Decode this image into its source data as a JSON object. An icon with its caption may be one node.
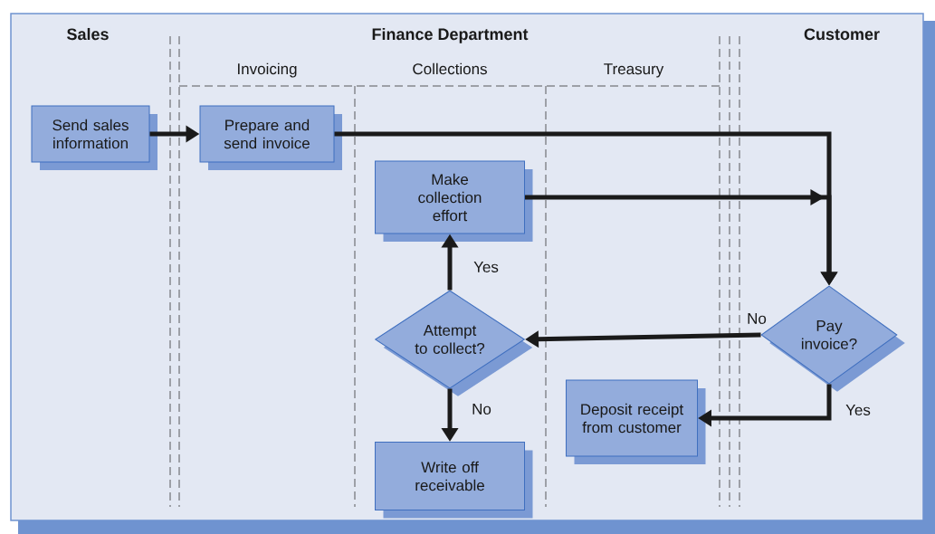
{
  "diagram": {
    "nodes": [
      {
        "text": [
          "Send sales information"
        ]
      },
      {
        "text": [
          "Prepare and send invoice"
        ]
      },
      {
        "text": [
          "Make collection effort"
        ]
      },
      {
        "text": [
          "Attempt to collect?"
        ]
      },
      {
        "text": [
          "Pay invoice?"
        ]
      },
      {
        "text": [
          "Write off receivable"
        ]
      },
      {
        "text": [
          "Deposit receipt from customer"
        ]
      }
    ],
    "edges": [
      {
        "from": 0,
        "to": 1,
        "arrow": "to"
      },
      {
        "from": 1,
        "to": 4,
        "arrow": "to"
      },
      {
        "from": 2,
        "to": 4,
        "arrow": "to"
      },
      {
        "from": 4,
        "to": 3,
        "arrow": "to",
        "label": "No"
      },
      {
        "from": 3,
        "to": 2,
        "arrow": "to",
        "label": "Yes"
      },
      {
        "from": 3,
        "to": 5,
        "arrow": "to",
        "label": "No"
      },
      {
        "from": 4,
        "to": 6,
        "arrow": "to",
        "label": "Yes"
      }
    ],
    "labels": [
      "Sales",
      "Finance Department",
      "Customer",
      "Invoicing",
      "Collections",
      "Treasury"
    ]
  }
}
